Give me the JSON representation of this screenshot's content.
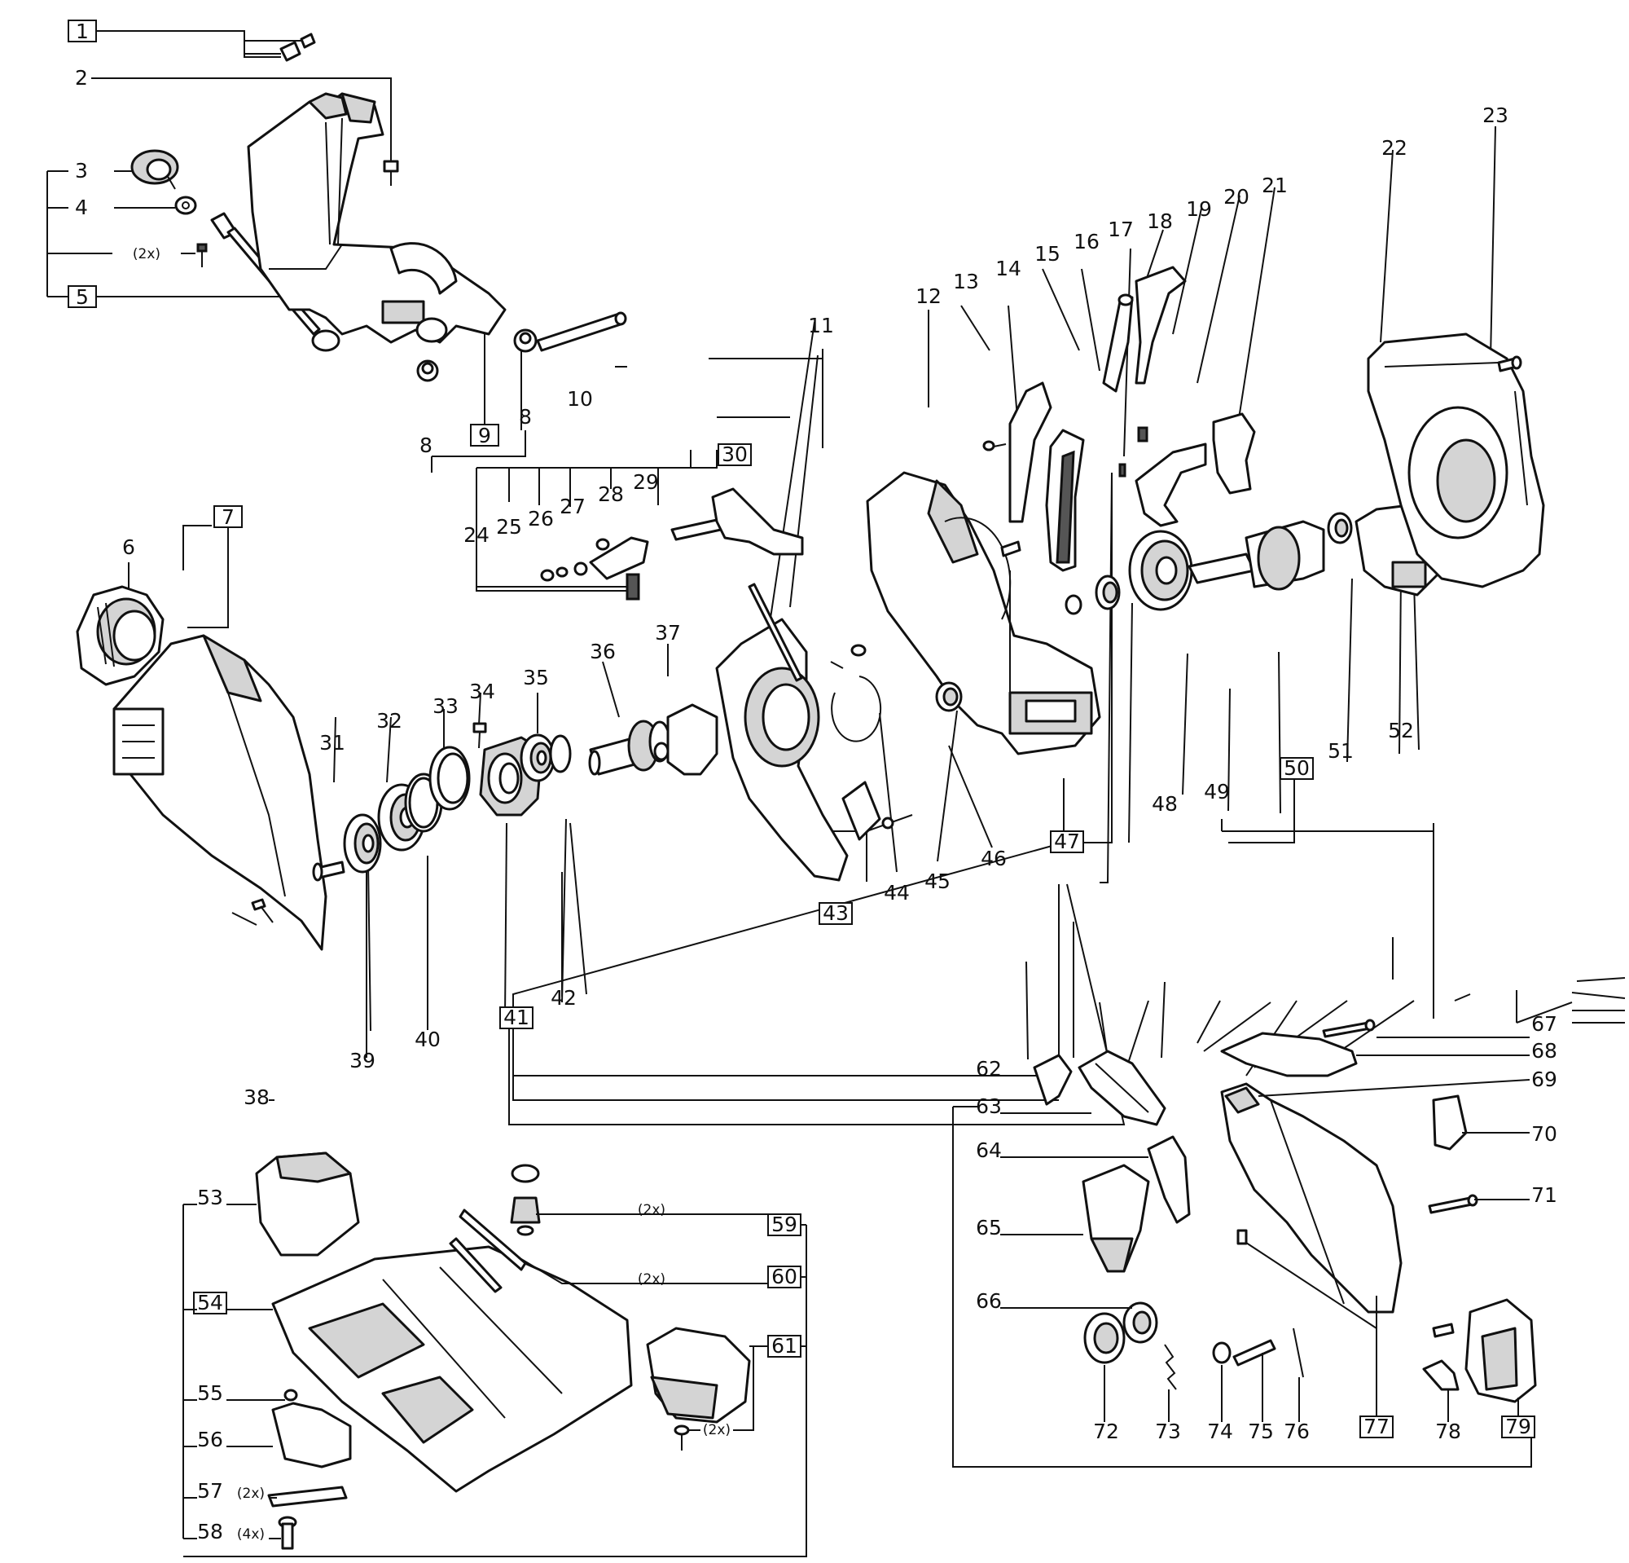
{
  "labels": {
    "c1": "1",
    "c2": "2",
    "c3": "3",
    "c4": "4",
    "c5": "5",
    "c6": "6",
    "c7": "7",
    "c8a": "8",
    "c8b": "8",
    "c9": "9",
    "c10": "10",
    "c11": "11",
    "c12": "12",
    "c13": "13",
    "c14": "14",
    "c15": "15",
    "c16": "16",
    "c17": "17",
    "c18": "18",
    "c19": "19",
    "c20": "20",
    "c21": "21",
    "c22": "22",
    "c23": "23",
    "c24": "24",
    "c25": "25",
    "c26": "26",
    "c27": "27",
    "c28": "28",
    "c29": "29",
    "c30": "30",
    "c31": "31",
    "c32": "32",
    "c33": "33",
    "c34": "34",
    "c35": "35",
    "c36": "36",
    "c37": "37",
    "c38": "38",
    "c39": "39",
    "c40": "40",
    "c41": "41",
    "c42": "42",
    "c43": "43",
    "c44": "44",
    "c45": "45",
    "c46": "46",
    "c47": "47",
    "c48": "48",
    "c49": "49",
    "c50": "50",
    "c51": "51",
    "c52": "52",
    "c53": "53",
    "c54": "54",
    "c55": "55",
    "c56": "56",
    "c57": "57",
    "c58": "58",
    "c59": "59",
    "c60": "60",
    "c61": "61",
    "c62": "62",
    "c63": "63",
    "c64": "64",
    "c65": "65",
    "c66": "66",
    "c67": "67",
    "c68": "68",
    "c69": "69",
    "c70": "70",
    "c71": "71",
    "c72": "72",
    "c73": "73",
    "c74": "74",
    "c75": "75",
    "c76": "76",
    "c77": "77",
    "c78": "78",
    "c79": "79"
  },
  "quantities": {
    "q2x_screw": "(2x)",
    "q2x_59": "(2x)",
    "q2x_60": "(2x)",
    "q2x_61": "(2x)",
    "q2x_57": "(2x)",
    "q4x_58": "(4x)"
  }
}
